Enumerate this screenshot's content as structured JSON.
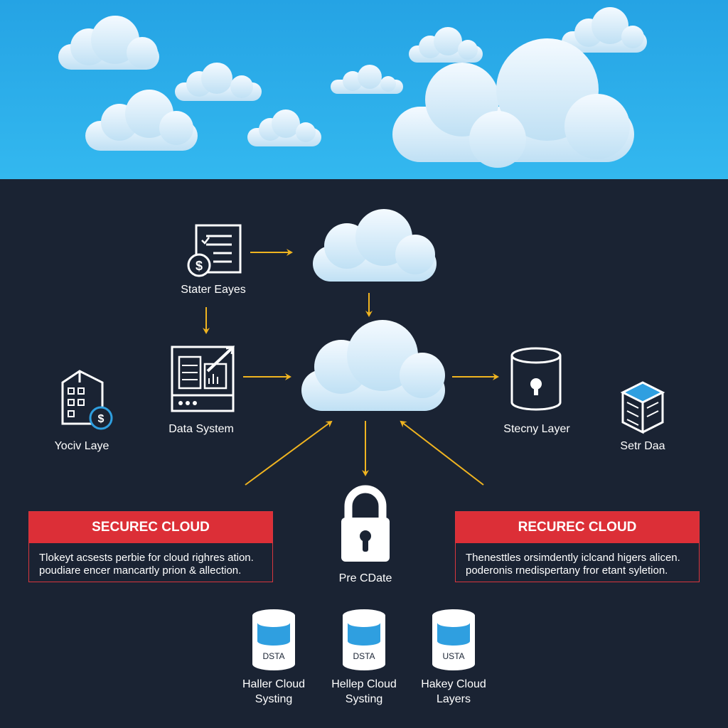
{
  "colors": {
    "sky_top": "#2aa8e6",
    "sky_bottom": "#2fb6ee",
    "background": "#1a2333",
    "arrow": "#f0b420",
    "panel_red": "#dc2f37",
    "cloud": "#e6f3fb",
    "cylinder_fill": "#2f9fe0"
  },
  "nodes": {
    "stater_eayes": {
      "label": "Stater Eayes",
      "icon": "invoice-document-icon"
    },
    "data_system": {
      "label": "Data System",
      "icon": "dashboard-monitor-icon"
    },
    "yociv_laye": {
      "label": "Yociv Laye",
      "icon": "server-building-icon"
    },
    "stecny_layer": {
      "label": "Stecny Layer",
      "icon": "database-lock-icon"
    },
    "setr_daa": {
      "label": "Setr Daa",
      "icon": "server-rack-icon"
    },
    "pre_cdate": {
      "label": "Pre CDate",
      "icon": "padlock-icon"
    }
  },
  "panels": {
    "left": {
      "title": "SECUREC CLOUD",
      "line1": "Tlokeyt acsests perbie for cloud righres ation.",
      "line2": "poudiare encer mancartly prion & allection."
    },
    "right": {
      "title": "RECUREC CLOUD",
      "line1": "Thenesttles orsimdently iclcand higers alicen.",
      "line2": "poderonis rnedispertany fror etant syletion."
    }
  },
  "storage": [
    {
      "tag": "DSTA",
      "line1": "Haller Cloud",
      "line2": "Systing"
    },
    {
      "tag": "DSTA",
      "line1": "Hellep Cloud",
      "line2": "Systing"
    },
    {
      "tag": "USTA",
      "line1": "Hakey Cloud",
      "line2": "Layers"
    }
  ]
}
